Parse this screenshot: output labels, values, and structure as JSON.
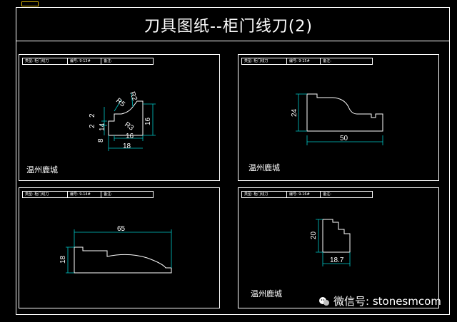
{
  "title": "刀具图纸--柜门线刀(2)",
  "title_block": {
    "category": "类型: 柜门线刀",
    "number_prefix": "编号:",
    "remark": "备注:"
  },
  "panels": [
    {
      "number": "编号: 9-13#",
      "brand": "温州鹿城",
      "dims": [
        "2",
        "2",
        "14",
        "8",
        "16",
        "18",
        "R5",
        "R2",
        "R3"
      ]
    },
    {
      "number": "编号: 9-15#",
      "brand": "温州鹿城",
      "dims": [
        "24",
        "50"
      ]
    },
    {
      "number": "编号: 9-14#",
      "brand": "",
      "dims": [
        "65",
        "18"
      ]
    },
    {
      "number": "编号: 9-16#",
      "brand": "温州鹿城",
      "dims": [
        "20",
        "18.7"
      ]
    }
  ],
  "watermark": {
    "text": "微信号: stonesmcom",
    "icon": "wechat-bubble-icon"
  },
  "colors": {
    "background": "#000000",
    "lines": "#ffffff",
    "dimensions": "#00c8c8",
    "tab": "#d8b200"
  }
}
